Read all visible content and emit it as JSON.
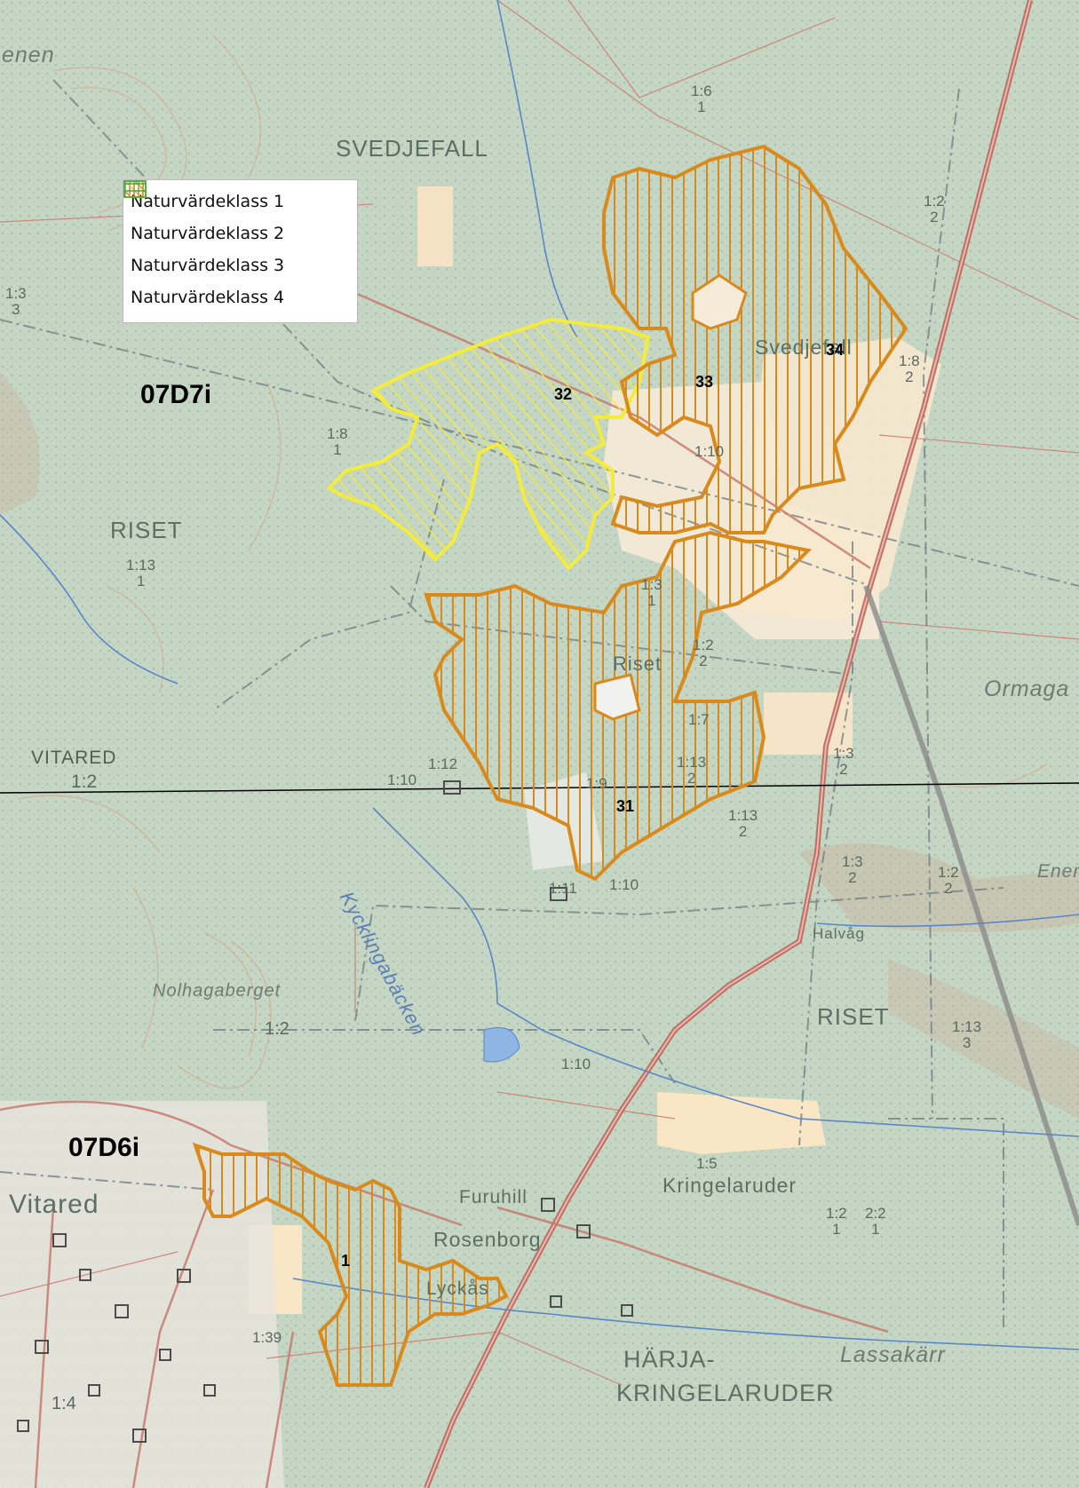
{
  "legend": {
    "items": [
      {
        "label": "Naturvärdeklass 1",
        "color": "#b22a2a"
      },
      {
        "label": "Naturvärdeklass 2",
        "color": "#d98a1c"
      },
      {
        "label": "Naturvärdeklass 3",
        "color": "#f2e84a"
      },
      {
        "label": "Naturvärdeklass 4",
        "color": "#3aaa3a"
      }
    ]
  },
  "sheets": [
    "07D7i",
    "07D6i"
  ],
  "areas": [
    "34",
    "33",
    "32",
    "31",
    "1"
  ],
  "places": {
    "svedjefall_caps": "SVEDJEFALL",
    "svedjefall": "Svedjefall",
    "riset_caps": "RISET",
    "riset": "Riset",
    "riset_caps_2": "RISET",
    "vitared_caps": "VITARED",
    "vitared": "Vitared",
    "ormaga": "Ormaga",
    "ener": "Ener",
    "kycklingabacken": "Kycklingabäcken",
    "halvag": "Halvåg",
    "nolhagaberget": "Nolhagaberget",
    "furuhill": "Furuhill",
    "kringelaruder": "Kringelaruder",
    "rosenborg": "Rosenborg",
    "lyckas": "Lyckås",
    "harja_1": "HÄRJA-",
    "harja_2": "KRINGELARUDER",
    "lassakarr": "Lassakärr",
    "enen": "enen"
  },
  "codes": {
    "c1": "1:6\n1",
    "c2": "1:2\n2",
    "c3": "1:3\n3",
    "c4": "1:8\n2",
    "c5": "1:8\n1",
    "c6": "1:10",
    "c7": "1:13\n1",
    "c8": "1:3\n1",
    "c9": "1:2\n2",
    "c10": "1:7",
    "c11": "1:13\n2",
    "c12": "1:3\n2",
    "c13": "1:12",
    "c14": "1:10",
    "c15": "1:2",
    "c16": "1:9",
    "c17": "1:13\n2",
    "c18": "1:3\n2",
    "c19": "1:2\n2",
    "c20": "1:11",
    "c21": "1:10",
    "c22": "1:2",
    "c23": "1:13\n3",
    "c24": "1:10",
    "c25": "1:5",
    "c26": "1:2\n1",
    "c27": "2:2\n1",
    "c28": "1:39",
    "c29": "1:4"
  }
}
